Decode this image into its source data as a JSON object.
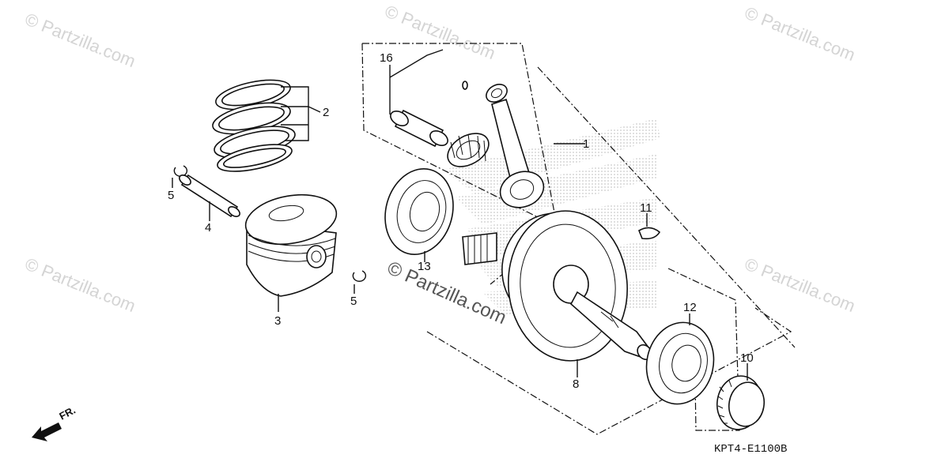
{
  "watermarks": {
    "top_left": "© Partzilla.com",
    "top_center": "© Partzilla.com",
    "top_right": "© Partzilla.com",
    "mid_left": "© Partzilla.com",
    "mid_right": "© Partzilla.com",
    "center": "© Partzilla.com"
  },
  "callouts": {
    "p1": "1",
    "p2": "2",
    "p3": "3",
    "p4": "4",
    "p5a": "5",
    "p5b": "5",
    "p8": "8",
    "p10": "10",
    "p11": "11",
    "p12": "12",
    "p13": "13",
    "p16": "16"
  },
  "diagram_code": "KPT4-E1100B",
  "front_marker": "FR.",
  "colors": {
    "line": "#111111",
    "watermark": "#d4d4d4",
    "logo_dots": "#c9c9c9"
  }
}
